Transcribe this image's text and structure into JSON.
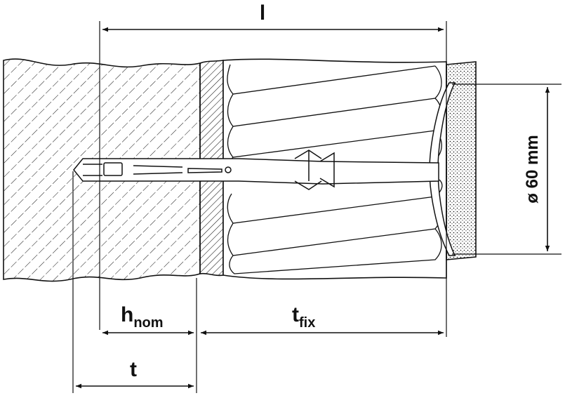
{
  "labels": {
    "total_length": "l",
    "nominal_embedment_main": "h",
    "nominal_embedment_sub": "nom",
    "fixture_thickness_main": "t",
    "fixture_thickness_sub": "fix",
    "drill_depth": "t",
    "plate_diameter": "ø 60 mm"
  },
  "colors": {
    "ink": "#111111",
    "background": "#ffffff"
  }
}
